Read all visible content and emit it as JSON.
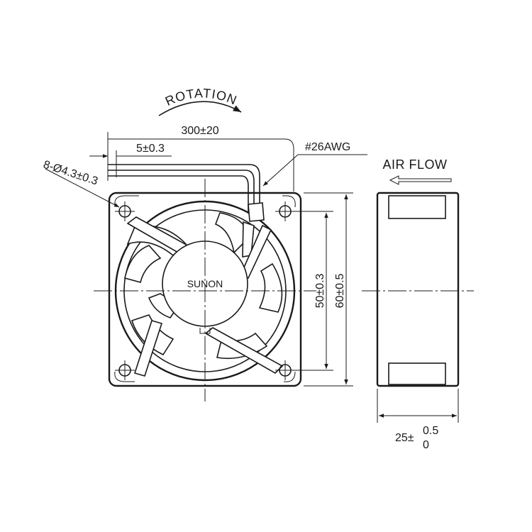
{
  "labels": {
    "rotation": "ROTATION",
    "lead_length": "300±20",
    "strip_length": "5±0.3",
    "wire_gauge": "#26AWG",
    "air_flow": "AIR FLOW",
    "mount_holes": "8-Ø4.3±0.3",
    "brand": "SUNON",
    "hole_spacing": "50±0.3",
    "frame_size": "60±0.5",
    "thickness_base": "25±",
    "thickness_tol_upper": "0.5",
    "thickness_tol_lower": "0"
  },
  "colors": {
    "line": "#1a1a1a",
    "background": "#ffffff"
  }
}
